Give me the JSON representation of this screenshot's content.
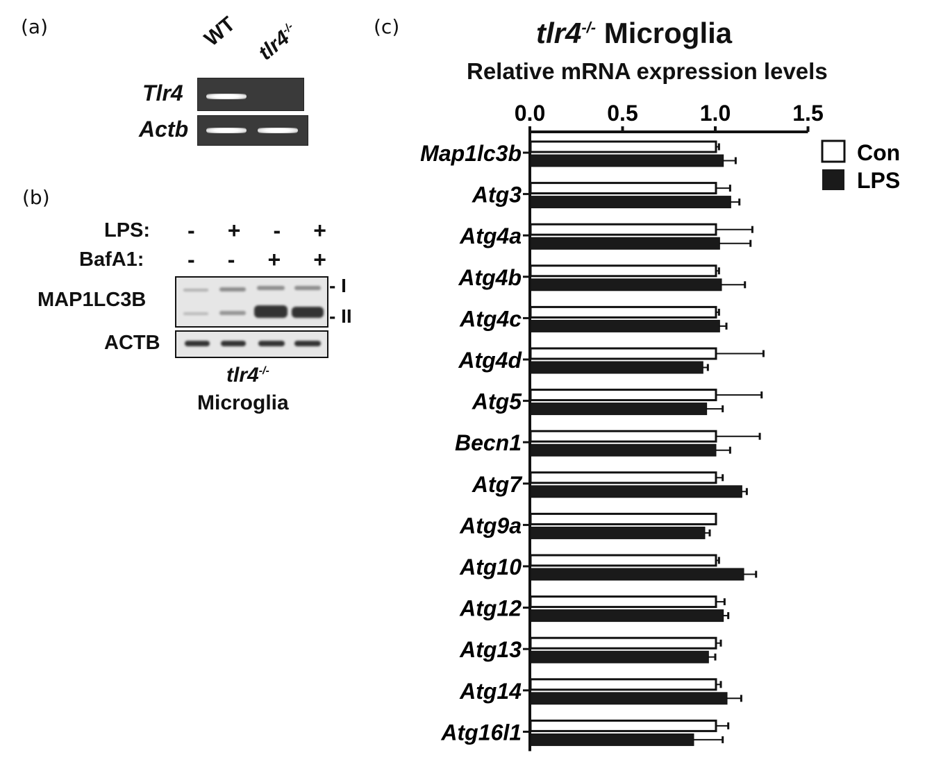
{
  "panel_a": {
    "label": "(a)",
    "lanes": [
      "WT",
      "tlr4",
      "-/-"
    ],
    "rows": [
      "Tlr4",
      "Actb"
    ]
  },
  "panel_b": {
    "label": "(b)",
    "lps_label": "LPS:",
    "lps": [
      "-",
      "+",
      "-",
      "+"
    ],
    "baf_label": "BafA1:",
    "baf": [
      "-",
      "-",
      "+",
      "+"
    ],
    "protein": "MAP1LC3B",
    "loading": "ACTB",
    "band_I": "- I",
    "band_II": "- II",
    "caption_gene": "tlr4",
    "caption_sup": "-/-",
    "caption_cell": "Microglia"
  },
  "panel_c": {
    "label": "(c)"
  },
  "chart_data": {
    "type": "bar",
    "orientation": "horizontal",
    "title": "tlr4-/- Microglia",
    "title_gene": "tlr4",
    "title_sup": "-/-",
    "title_rest": "Microglia",
    "xlabel": "Relative mRNA expression levels",
    "xlim": [
      0,
      1.5
    ],
    "xticks": [
      "0.0",
      "0.5",
      "1.0",
      "1.5"
    ],
    "legend": {
      "position": "top-right",
      "entries": [
        "Con",
        "LPS"
      ]
    },
    "colors": {
      "Con": "#ffffff",
      "LPS": "#1a1a1a"
    },
    "categories": [
      "Map1lc3b",
      "Atg3",
      "Atg4a",
      "Atg4b",
      "Atg4c",
      "Atg4d",
      "Atg5",
      "Becn1",
      "Atg7",
      "Atg9a",
      "Atg10",
      "Atg12",
      "Atg13",
      "Atg14",
      "Atg16l1"
    ],
    "series": [
      {
        "name": "Con",
        "values": [
          1.0,
          1.0,
          1.0,
          1.0,
          1.0,
          1.0,
          1.0,
          1.0,
          1.0,
          1.0,
          1.0,
          1.0,
          1.0,
          1.0,
          1.0
        ],
        "errors": [
          0.02,
          0.08,
          0.2,
          0.02,
          0.02,
          0.26,
          0.25,
          0.24,
          0.04,
          0.0,
          0.02,
          0.05,
          0.03,
          0.03,
          0.07
        ]
      },
      {
        "name": "LPS",
        "values": [
          1.04,
          1.08,
          1.02,
          1.03,
          1.02,
          0.93,
          0.95,
          1.0,
          1.14,
          0.94,
          1.15,
          1.04,
          0.96,
          1.06,
          0.88
        ],
        "errors": [
          0.07,
          0.05,
          0.17,
          0.13,
          0.04,
          0.03,
          0.09,
          0.08,
          0.03,
          0.03,
          0.07,
          0.03,
          0.04,
          0.08,
          0.16
        ]
      }
    ]
  }
}
